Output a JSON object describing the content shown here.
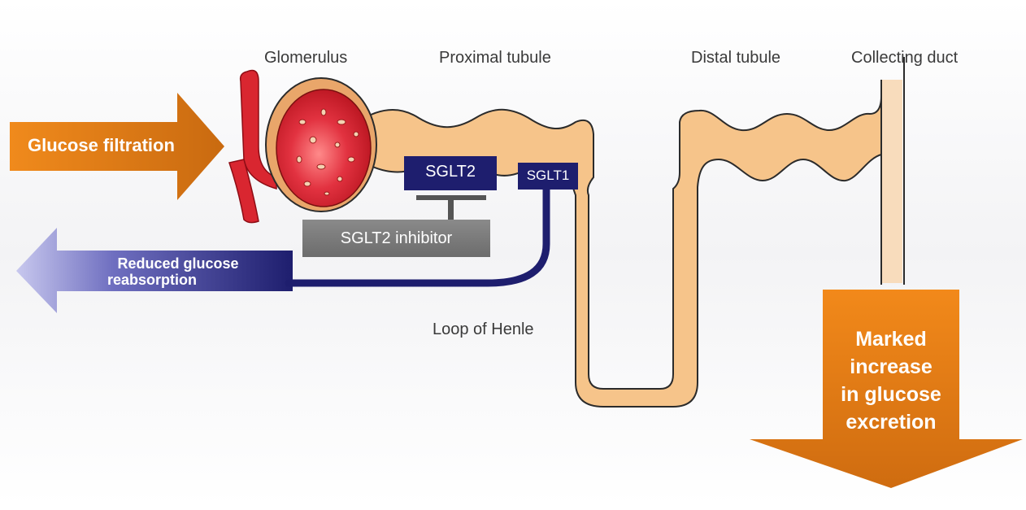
{
  "labels": {
    "glomerulus": "Glomerulus",
    "proximal_tubule": "Proximal tubule",
    "distal_tubule": "Distal tubule",
    "collecting_duct": "Collecting duct",
    "loop_of_henle": "Loop of Henle"
  },
  "transporters": {
    "sglt2": "SGLT2",
    "sglt1": "SGLT1",
    "inhibitor": "SGLT2 inhibitor"
  },
  "arrows": {
    "filtration": "Glucose filtration",
    "reabsorption_line1": "Reduced glucose",
    "reabsorption_line2": "reabsorption",
    "excretion_lines": [
      "Marked",
      "increase",
      "in glucose",
      "excretion"
    ]
  },
  "colors": {
    "tubule_fill": "#f6c48a",
    "tubule_outline": "#2b2b2b",
    "orange_arrow": "#e27a12",
    "navy": "#1e1e6e",
    "glomerulus_red": "#d92630",
    "inhibitor_grey": "#7b7b7b"
  }
}
